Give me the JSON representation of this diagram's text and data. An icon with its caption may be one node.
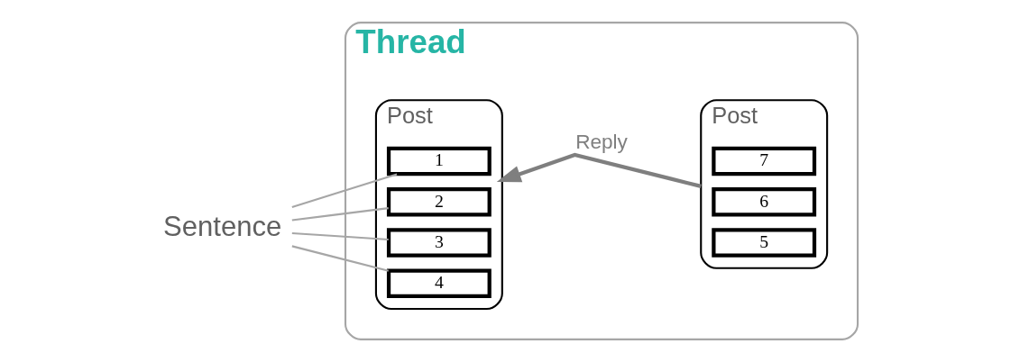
{
  "diagram": {
    "nodes": [
      {
        "text": [
          "Sentence"
        ]
      },
      {
        "text": [
          "Thread"
        ]
      },
      {
        "text": [
          "Post"
        ],
        "in": 1
      },
      {
        "text": [
          "1"
        ],
        "in": 2
      },
      {
        "text": [
          "2"
        ],
        "in": 2
      },
      {
        "text": [
          "3"
        ],
        "in": 2
      },
      {
        "text": [
          "4"
        ],
        "in": 2
      },
      {
        "text": [
          "Post"
        ],
        "in": 1
      },
      {
        "text": [
          "5"
        ],
        "in": 7
      },
      {
        "text": [
          "6"
        ],
        "in": 7
      },
      {
        "text": [
          "7"
        ],
        "in": 7
      }
    ],
    "edges": [
      {
        "from": 0,
        "to": 3,
        "arrow": "none"
      },
      {
        "from": 0,
        "to": 4,
        "arrow": "none"
      },
      {
        "from": 0,
        "to": 5,
        "arrow": "none"
      },
      {
        "from": 0,
        "to": 6,
        "arrow": "none"
      },
      {
        "from": 7,
        "to": 2,
        "arrow": "to",
        "label": "Reply",
        "style": "thick",
        "color": "#7f7f7f"
      }
    ]
  }
}
